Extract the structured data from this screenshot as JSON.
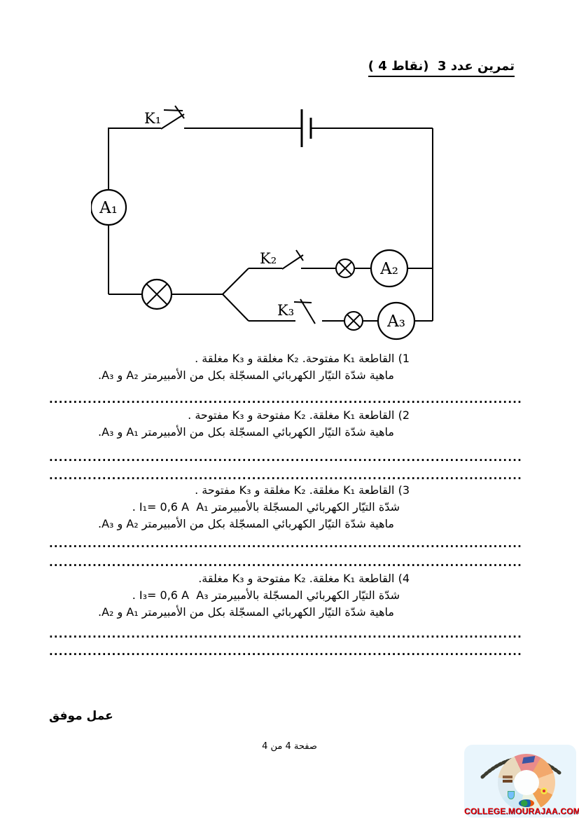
{
  "page": {
    "title_main": "تمرين عدد  3",
    "title_points": "( 4 نقاط)",
    "footer_note": "عمل موفق",
    "page_number": "صفحة 4 من 4"
  },
  "circuit": {
    "labels": {
      "k1": "K₁",
      "k2": "K₂",
      "k3": "K₃",
      "a1": "A₁",
      "a2": "A₂",
      "a3": "A₃"
    }
  },
  "questions": {
    "q1": {
      "line1": "1) القاطعة  K₁  مفتوحة. K₂ مغلقة  و  K₃ مغلقة .",
      "line2": "ماهية شدّة التيّار الكهربائي المسجّلة بكل من الأمبيرمتر   A₂  و A₃."
    },
    "q2": {
      "line1": "2) القاطعة  K₁  مغلقة. K₂ مفتوحة  و  K₃ مفتوحة .",
      "line2": "ماهية شدّة التيّار الكهربائي المسجّلة بكل من الأمبيرمتر   A₁  و A₃."
    },
    "q3": {
      "line1": "3) القاطعة  K₁  مغلقة. K₂ مغلقة  و  K₃ مفتوحة .",
      "line2": "شدّة التيّار الكهربائي المسجّلة بالأمبيرمتر   A₁ ‏    I₁= 0,6 A .",
      "line3": "ماهية شدّة التيّار الكهربائي المسجّلة بكل من الأمبيرمتر   A₂  و A₃."
    },
    "q4": {
      "line1": "4) القاطعة  K₁  مغلقة.  K₂   مفتوحة  و K₃ مغلقة.",
      "line2": "شدّة التيّار الكهربائي المسجّلة بالأمبيرمتر   A₃ ‏    I₃= 0,6 A .",
      "line3": "ماهية شدّة التيّار الكهربائي المسجّلة بكل من الأمبيرمتر   A₁  و A₂."
    }
  },
  "answer_dots": "........................................................................................................................................................................",
  "logo": {
    "caption": "COLLEGE.MOURAJAA.COM",
    "caption_color": "#e60000",
    "background_color": "#e9f5fc"
  }
}
